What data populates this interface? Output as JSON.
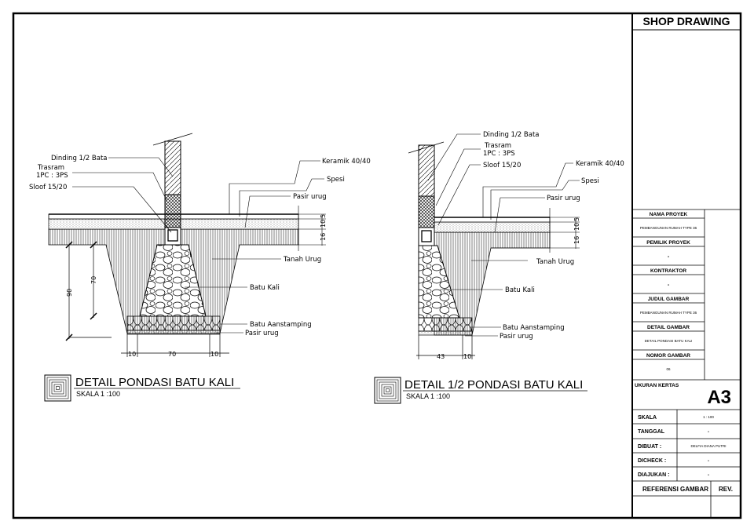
{
  "title_block": {
    "header": "SHOP DRAWING",
    "nama_proyek_label": "NAMA PROYEK",
    "nama_proyek": "PEMBANGUNAN RUMAH TYPE 36",
    "pemilik_label": "PEMILIK PROYEK",
    "pemilik": "-",
    "kontraktor_label": "KONTRAKTOR",
    "kontraktor": "-",
    "judul_label": "JUDUL GAMBAR",
    "judul": "PEMBANGUNAN RUMAH TYPE 36",
    "detail_label": "DETAIL GAMBAR",
    "detail": "DETAIL PONDASI BATU KALI",
    "nomor_label": "NOMOR GAMBAR",
    "nomor": "06",
    "ukuran_label": "UKURAN KERTAS",
    "ukuran": "A3",
    "skala_label": "SKALA",
    "skala": "1 : 100",
    "tanggal_label": "TANGGAL",
    "tanggal": "-",
    "dibuat_label": "DIBUAT :",
    "dibuat": "DELFIA DIANA PUTRI",
    "dicheck_label": "DICHECK :",
    "dicheck": "-",
    "diajukan_label": "DIAJUKAN :",
    "diajukan": "-",
    "referensi_label": "REFERENSI GAMBAR",
    "rev_label": "REV."
  },
  "detail_full": {
    "title": "DETAIL PONDASI BATU KALI",
    "scale": "SKALA 1 :100",
    "labels": {
      "dinding": "Dinding 1/2 Bata",
      "trasram1": "Trasram",
      "trasram2": "1PC : 3PS",
      "sloof": "Sloof 15/20",
      "keramik": "Keramik 40/40",
      "spesi": "Spesi",
      "pasir_top": "Pasir urug",
      "tanah": "Tanah Urug",
      "batu_kali": "Batu Kali",
      "aanstamping": "Batu Aanstamping",
      "pasir_bottom": "Pasir urug"
    },
    "dims": {
      "h90": "90",
      "h70": "70",
      "b_left": "10",
      "b_mid": "70",
      "b_right": "10",
      "r5": "5",
      "r10": "10",
      "r16": "16"
    }
  },
  "detail_half": {
    "title": "DETAIL 1/2 PONDASI BATU KALI",
    "scale": "SKALA 1 :100",
    "labels": {
      "dinding": "Dinding 1/2 Bata",
      "trasram1": "Trasram",
      "trasram2": "1PC : 3PS",
      "sloof": "Sloof 15/20",
      "keramik": "Keramik 40/40",
      "spesi": "Spesi",
      "pasir_top": "Pasir urug",
      "tanah": "Tanah Urug",
      "batu_kali": "Batu Kali",
      "aanstamping": "Batu Aanstamping",
      "pasir_bottom": "Pasir urug"
    },
    "dims": {
      "b_left": "43",
      "b_right": "10",
      "r5": "5",
      "r10": "10",
      "r16": "16"
    }
  }
}
